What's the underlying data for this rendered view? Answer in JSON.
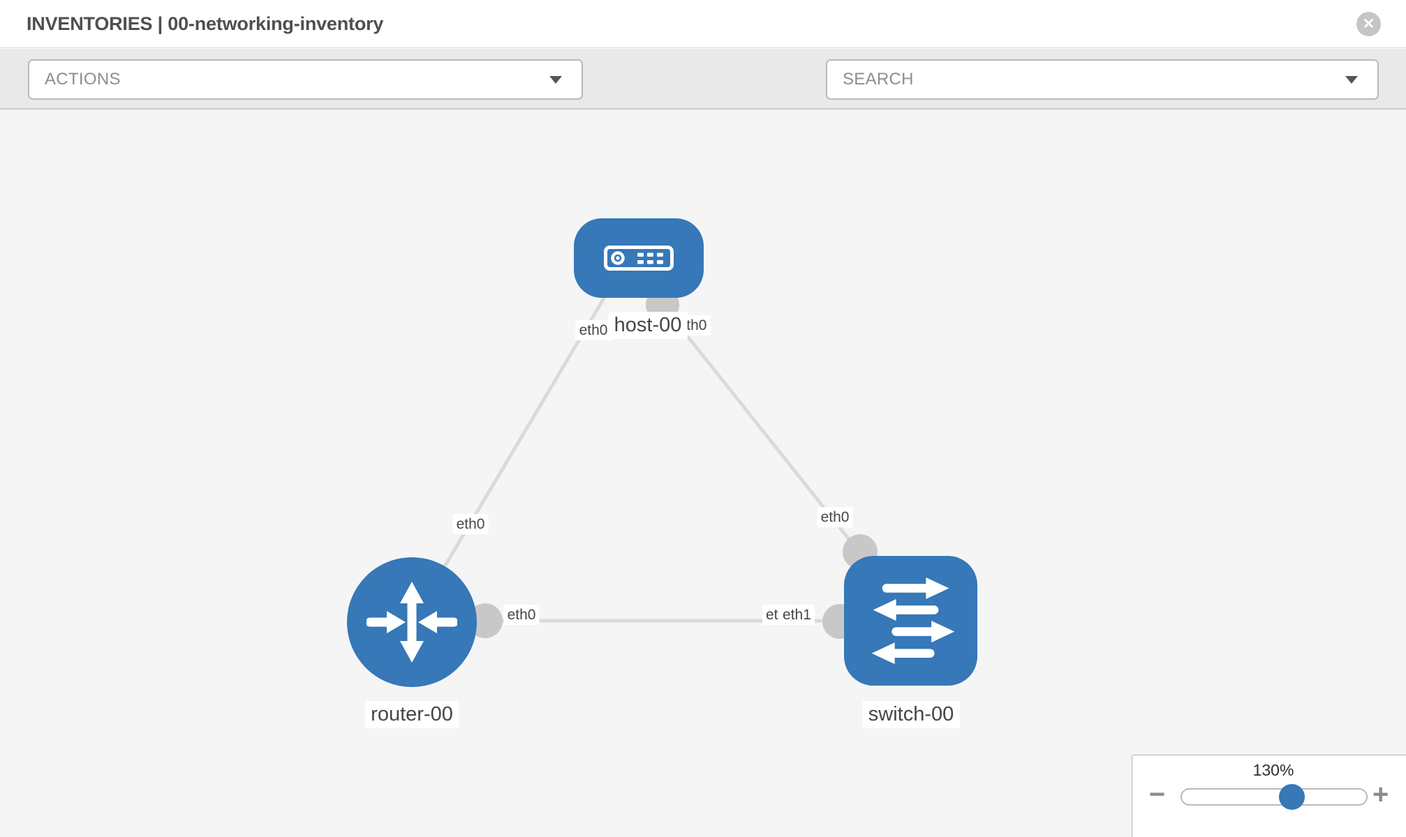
{
  "header": {
    "title": "INVENTORIES | 00-networking-inventory",
    "close_glyph": "✕"
  },
  "toolbar": {
    "actions_label": "ACTIONS",
    "search_label": "SEARCH",
    "tool_icons": [
      "wrench-icon",
      "key-icon"
    ]
  },
  "colors": {
    "node_blue": "#3678b8",
    "link_gray": "#dadada",
    "connector_gray": "#c8c8c8",
    "canvas_bg": "#f5f5f5",
    "toolbar_bg": "#e9e9e9"
  },
  "diagram": {
    "nodes": [
      {
        "id": "host-00",
        "type": "host",
        "label": "host-00"
      },
      {
        "id": "router-00",
        "type": "router",
        "label": "router-00"
      },
      {
        "id": "switch-00",
        "type": "switch",
        "label": "switch-00"
      }
    ],
    "links": [
      {
        "source": "host-00",
        "source_interface": "eth0",
        "target": "router-00",
        "target_interface": "eth0"
      },
      {
        "source": "host-00",
        "source_interface": "eth0",
        "target": "switch-00",
        "target_interface": "eth0"
      },
      {
        "source": "router-00",
        "source_interface": "eth0",
        "target": "switch-00",
        "target_interface": "eth1"
      }
    ],
    "interface_labels": [
      {
        "text": "eth0"
      },
      {
        "text": "eth0"
      },
      {
        "text": "eth0"
      },
      {
        "text": "eth0"
      },
      {
        "text": "eth0"
      },
      {
        "text": "eth0"
      },
      {
        "text": "eth1"
      }
    ]
  },
  "zoom_control": {
    "value": "130%",
    "percent": 64,
    "minus_glyph": "−",
    "plus_glyph": "+"
  }
}
